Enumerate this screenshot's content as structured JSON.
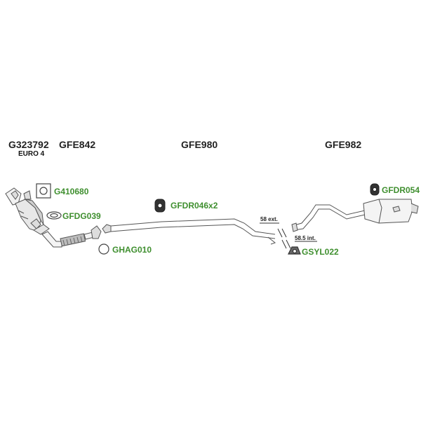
{
  "parts": {
    "cat_converter": "G323792",
    "cat_euro": "EURO 4",
    "front_pipe": "GFE842",
    "middle_pipe": "GFE980",
    "rear_silencer": "GFE982"
  },
  "accessories": {
    "gasket_square": "G410680",
    "gasket_oval": "GFDG039",
    "ring": "GHAG010",
    "hanger_pair": "GFDR046x2",
    "hanger_rear": "GFDR054",
    "clamp": "GSYL022"
  },
  "dimensions": {
    "ext": "58 ext.",
    "int": "58.5 int."
  },
  "colors": {
    "accessory_text": "#3f8f2f",
    "part_text": "#222222",
    "line": "#555555"
  }
}
